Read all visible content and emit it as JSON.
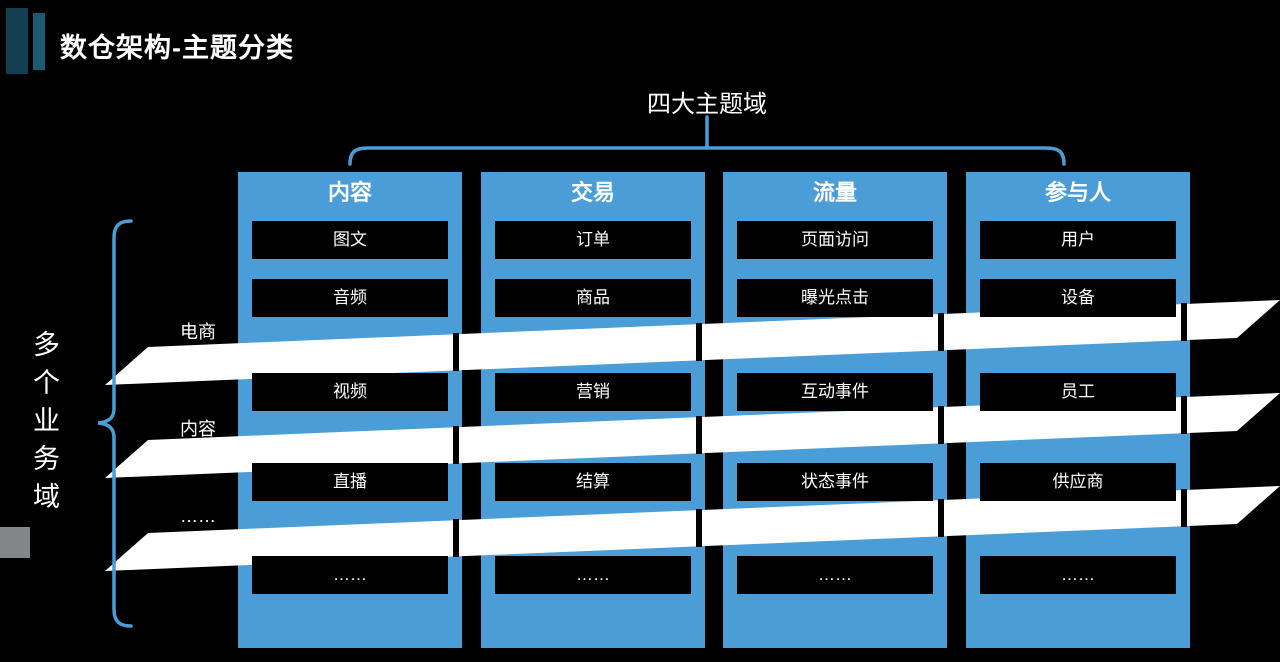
{
  "title": "数仓架构-主题分类",
  "top_brace_label": "四大主题域",
  "left_brace_label": "多个业务域",
  "business_rows": [
    "电商",
    "内容",
    "……"
  ],
  "columns": [
    {
      "header": "内容",
      "items": [
        "图文",
        "音频",
        "视频",
        "直播",
        "……"
      ]
    },
    {
      "header": "交易",
      "items": [
        "订单",
        "商品",
        "营销",
        "结算",
        "……"
      ]
    },
    {
      "header": "流量",
      "items": [
        "页面访问",
        "曝光点击",
        "互动事件",
        "状态事件",
        "……"
      ]
    },
    {
      "header": "参与人",
      "items": [
        "用户",
        "设备",
        "员工",
        "供应商",
        "……"
      ]
    }
  ],
  "colors": {
    "accent_blue": "#4A9DD6",
    "band_white": "#FFFFFF",
    "box_black": "#000000",
    "background": "#000000",
    "title_bar_primary": "#143F52",
    "title_bar_secondary": "#1C5A74"
  }
}
